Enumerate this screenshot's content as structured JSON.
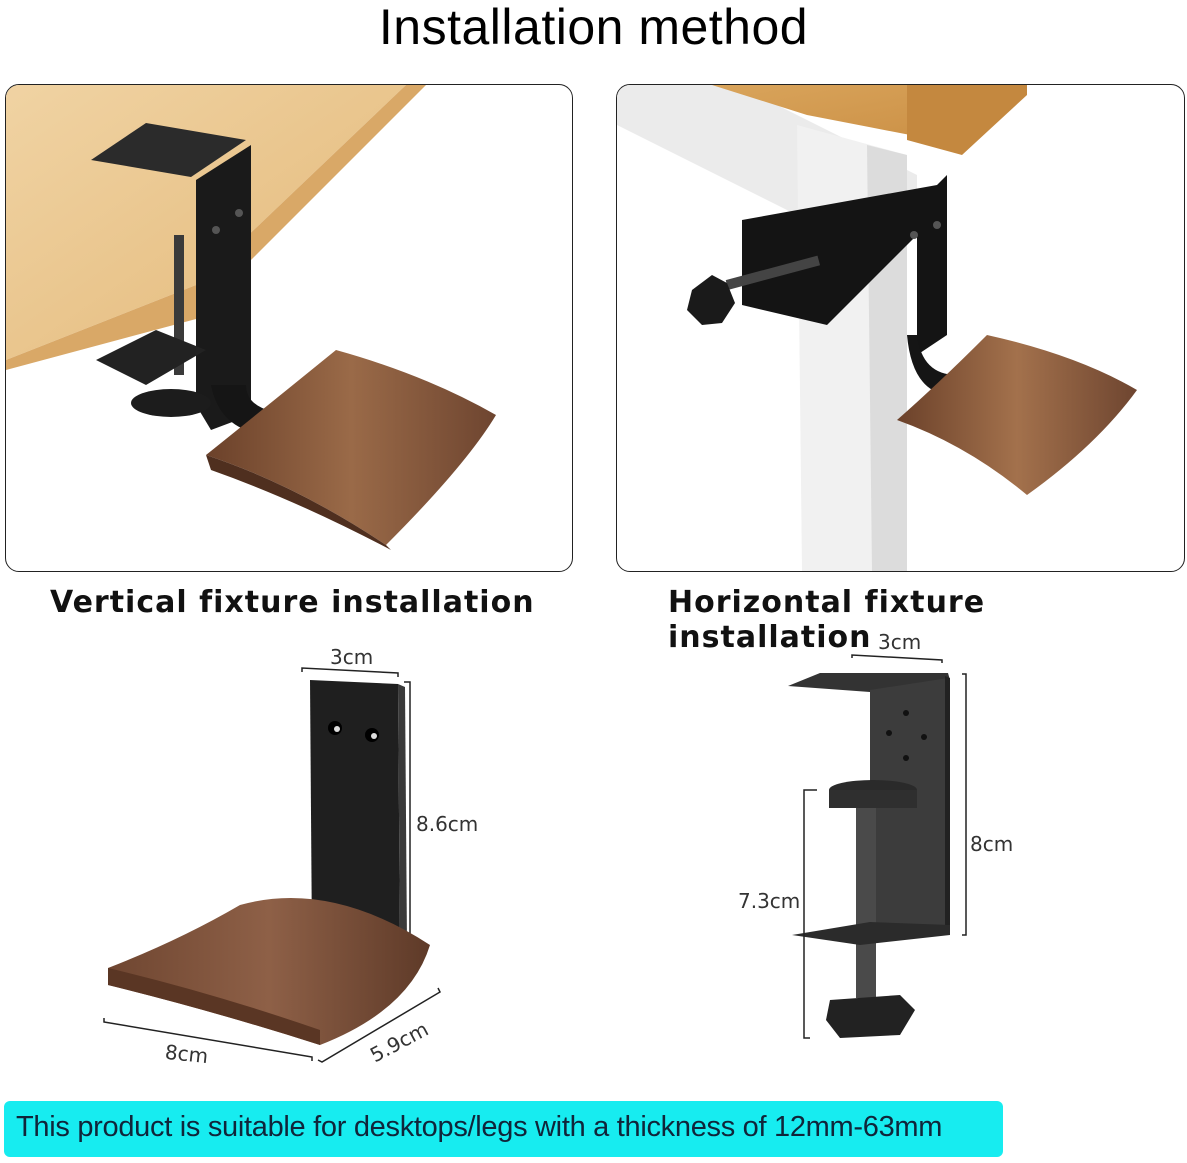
{
  "header": {
    "title": "Installation method"
  },
  "photos": [
    {
      "id": "vertical",
      "caption": "Vertical fixture installation"
    },
    {
      "id": "horizontal",
      "caption": "Horizontal fixture installation"
    }
  ],
  "diagrams": {
    "hanger": {
      "width_label": "3cm",
      "height_label": "8.6cm",
      "base_length_label": "8cm",
      "base_depth_label": "5.9cm"
    },
    "clamp": {
      "width_label": "3cm",
      "height_label": "8cm",
      "opening_label": "7.3cm"
    }
  },
  "footer": {
    "note": "This product is suitable for desktops/legs with a thickness of 12mm-63mm"
  },
  "colors": {
    "banner": "#17ecf0",
    "walnut": "#7a4f35",
    "metal": "#1e1e1e",
    "wood_light": "#e8c48d"
  }
}
